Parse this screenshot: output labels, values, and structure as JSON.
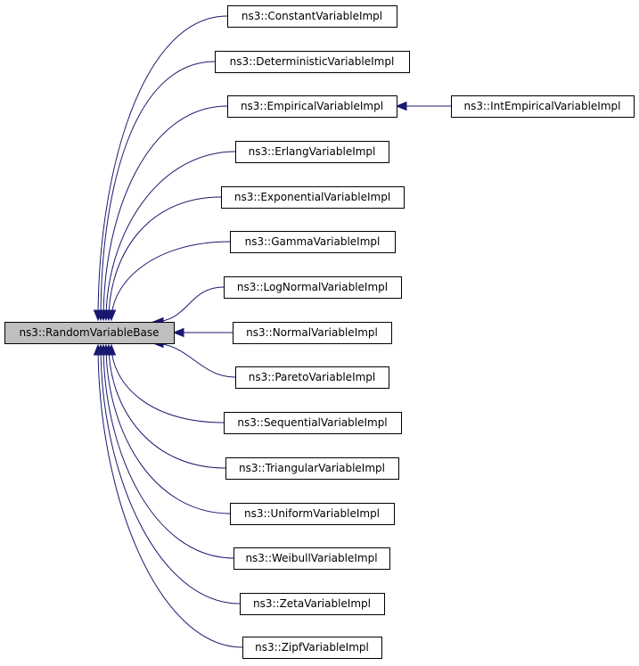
{
  "diagram": {
    "type": "inheritance-graph",
    "edge_color": "#191970",
    "root_fill": "#bfbfbf",
    "root": {
      "id": "base",
      "label": "ns3::RandomVariableBase"
    },
    "nodes": [
      {
        "id": "constant",
        "label": "ns3::ConstantVariableImpl"
      },
      {
        "id": "deterministic",
        "label": "ns3::DeterministicVariableImpl"
      },
      {
        "id": "empirical",
        "label": "ns3::EmpiricalVariableImpl"
      },
      {
        "id": "erlang",
        "label": "ns3::ErlangVariableImpl"
      },
      {
        "id": "exponential",
        "label": "ns3::ExponentialVariableImpl"
      },
      {
        "id": "gamma",
        "label": "ns3::GammaVariableImpl"
      },
      {
        "id": "lognormal",
        "label": "ns3::LogNormalVariableImpl"
      },
      {
        "id": "normal",
        "label": "ns3::NormalVariableImpl"
      },
      {
        "id": "pareto",
        "label": "ns3::ParetoVariableImpl"
      },
      {
        "id": "sequential",
        "label": "ns3::SequentialVariableImpl"
      },
      {
        "id": "triangular",
        "label": "ns3::TriangularVariableImpl"
      },
      {
        "id": "uniform",
        "label": "ns3::UniformVariableImpl"
      },
      {
        "id": "weibull",
        "label": "ns3::WeibullVariableImpl"
      },
      {
        "id": "zeta",
        "label": "ns3::ZetaVariableImpl"
      },
      {
        "id": "zipf",
        "label": "ns3::ZipfVariableImpl"
      },
      {
        "id": "intempirical",
        "label": "ns3::IntEmpiricalVariableImpl"
      }
    ],
    "edges": [
      {
        "from": "constant",
        "to": "base"
      },
      {
        "from": "deterministic",
        "to": "base"
      },
      {
        "from": "empirical",
        "to": "base"
      },
      {
        "from": "erlang",
        "to": "base"
      },
      {
        "from": "exponential",
        "to": "base"
      },
      {
        "from": "gamma",
        "to": "base"
      },
      {
        "from": "lognormal",
        "to": "base"
      },
      {
        "from": "normal",
        "to": "base"
      },
      {
        "from": "pareto",
        "to": "base"
      },
      {
        "from": "sequential",
        "to": "base"
      },
      {
        "from": "triangular",
        "to": "base"
      },
      {
        "from": "uniform",
        "to": "base"
      },
      {
        "from": "weibull",
        "to": "base"
      },
      {
        "from": "zeta",
        "to": "base"
      },
      {
        "from": "zipf",
        "to": "base"
      },
      {
        "from": "intempirical",
        "to": "empirical"
      }
    ]
  }
}
